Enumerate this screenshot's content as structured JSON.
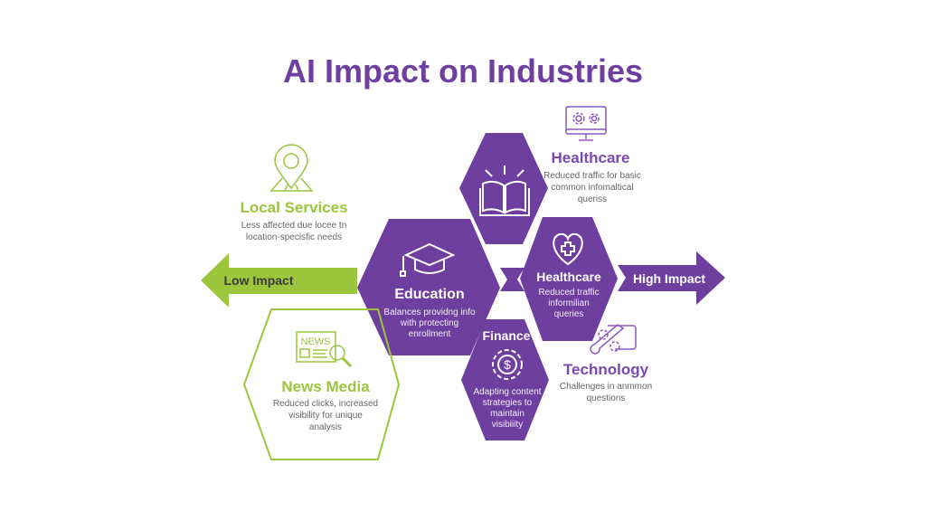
{
  "title": "AI Impact on Industries",
  "colors": {
    "purple": "#6f3fa0",
    "green": "#9cc63c"
  },
  "arrows": {
    "low": "Low Impact",
    "high": "High Impact"
  },
  "items": {
    "healthcare_top": {
      "title": "Healthcare",
      "desc": [
        "Reduced traffic for basic",
        "common infomaltical",
        "queriss"
      ],
      "icon": "monitor-gears-icon"
    },
    "local_services": {
      "title": "Local Services",
      "desc": [
        "Less affected due locee tn",
        "location-specisfic needs"
      ],
      "icon": "map-pin-icon"
    },
    "education": {
      "title": "Education",
      "desc": [
        "Balances providng info",
        "with protecting",
        "enrollment"
      ],
      "icon": "graduation-cap-icon"
    },
    "healthcare_hex": {
      "title": "Healthcare",
      "desc": [
        "Reduced traffic",
        "informilian",
        "queries"
      ],
      "icon": "heart-plus-icon"
    },
    "finance": {
      "title": "Finance",
      "desc": [
        "Adapting content",
        "strategies to",
        "maintain",
        "visibiiity"
      ],
      "icon": "dollar-gear-icon"
    },
    "technology": {
      "title": "Technology",
      "desc": [
        "Challenges in anmmon",
        "questions"
      ],
      "icon": "tools-icon"
    },
    "news_media": {
      "title": "News Media",
      "desc": [
        "Reduced clicks, increased",
        "visibility for unique",
        "analysis"
      ],
      "icon": "newspaper-icon",
      "icon_text": "NEWS"
    }
  }
}
